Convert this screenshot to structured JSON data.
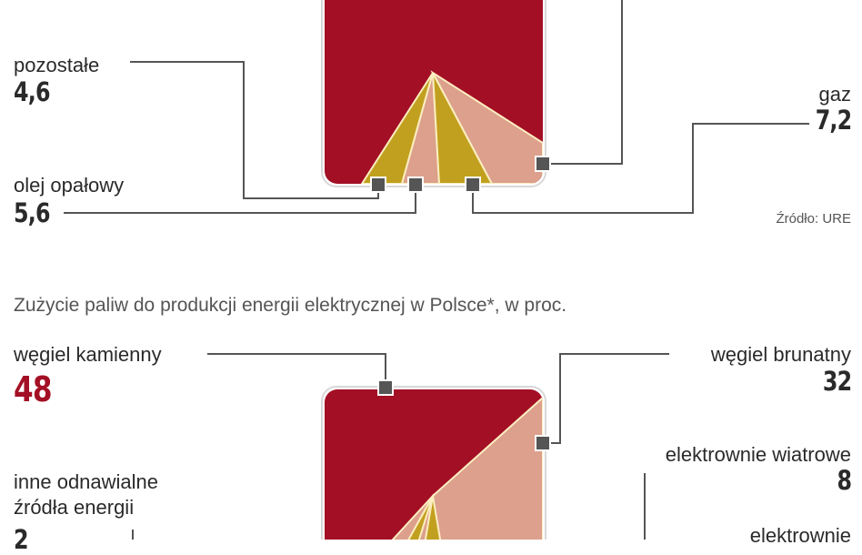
{
  "chart_data": [
    {
      "type": "pie",
      "title": "",
      "series": [
        {
          "name": "pozostałe",
          "value": 4.6
        },
        {
          "name": "olej opałowy",
          "value": 5.6
        },
        {
          "name": "gaz",
          "value": 7.2
        }
      ],
      "value_labels": {
        "pozostałe": "4,6",
        "olej opałowy": "5,6",
        "gaz": "7,2"
      },
      "source": "Źródło: URE",
      "colors": {
        "main": "#a30f25",
        "olive": "#c2a01f",
        "salmon": "#dca08c"
      }
    },
    {
      "type": "pie",
      "title": "Zużycie paliw do produkcji energii elektrycznej w Polsce*, w proc.",
      "series": [
        {
          "name": "węgiel kamienny",
          "value": 48
        },
        {
          "name": "węgiel brunatny",
          "value": 32
        },
        {
          "name": "elektrownie wiatrowe",
          "value": 8
        },
        {
          "name": "inne odnawialne źródła energii",
          "value": 2
        },
        {
          "name": "elektrownie",
          "value": null
        }
      ],
      "colors": {
        "main": "#a30f25",
        "olive": "#c2a01f",
        "salmon": "#dca08c"
      }
    }
  ],
  "top": {
    "labels": {
      "pozostale": "pozostałe",
      "pozostale_val": "4,6",
      "olej": "olej opałowy",
      "olej_val": "5,6",
      "gaz": "gaz",
      "gaz_val": "7,2"
    },
    "source": "Źródło: URE"
  },
  "bottom": {
    "subtitle": "Zużycie paliw do produkcji energii elektrycznej w Polsce*, w proc.",
    "labels": {
      "kamienny": "węgiel kamienny",
      "kamienny_val": "48",
      "brunatny": "węgiel brunatny",
      "brunatny_val": "32",
      "wiatrowe": "elektrownie wiatrowe",
      "wiatrowe_val": "8",
      "inne_1": "inne odnawialne",
      "inne_2": "źródła energii",
      "inne_val": "2",
      "elektrownie": "elektrownie"
    }
  }
}
